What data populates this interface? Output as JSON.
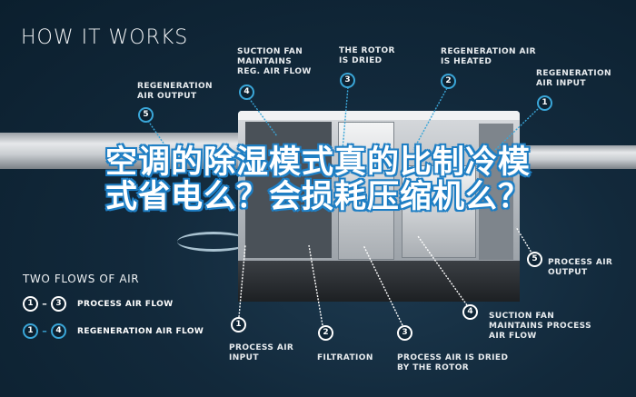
{
  "title": "HOW IT WORKS",
  "overlay_text": "空调的除湿模式真的比制冷模式省电么？会损耗压缩机么？",
  "colors": {
    "background": "#12293b",
    "accent_blue": "#3aa6d8",
    "overlay_stroke": "#1f7fc4",
    "text": "#e8ecef"
  },
  "regeneration_callouts": [
    {
      "num": "5",
      "label": "REGENERATION\nAIR OUTPUT"
    },
    {
      "num": "4",
      "label": "SUCTION FAN\nMAINTAINS\nREG. AIR FLOW"
    },
    {
      "num": "3",
      "label": "THE ROTOR\nIS DRIED"
    },
    {
      "num": "2",
      "label": "REGENERATION AIR\nIS HEATED"
    },
    {
      "num": "1",
      "label": "REGENERATION\nAIR INPUT"
    }
  ],
  "process_callouts": [
    {
      "num": "1",
      "label": "PROCESS AIR\nINPUT"
    },
    {
      "num": "2",
      "label": "FILTRATION"
    },
    {
      "num": "3",
      "label": "PROCESS AIR IS DRIED\nBY THE ROTOR"
    },
    {
      "num": "4",
      "label": "SUCTION FAN\nMAINTAINS PROCESS\nAIR FLOW"
    },
    {
      "num": "5",
      "label": "PROCESS AIR\nOUTPUT"
    }
  ],
  "legend": {
    "title": "TWO FLOWS OF AIR",
    "rows": [
      {
        "from": "1",
        "to": "3",
        "label": "PROCESS AIR FLOW",
        "style": "white"
      },
      {
        "from": "1",
        "to": "4",
        "label": "REGENERATION AIR FLOW",
        "style": "blue"
      }
    ]
  }
}
